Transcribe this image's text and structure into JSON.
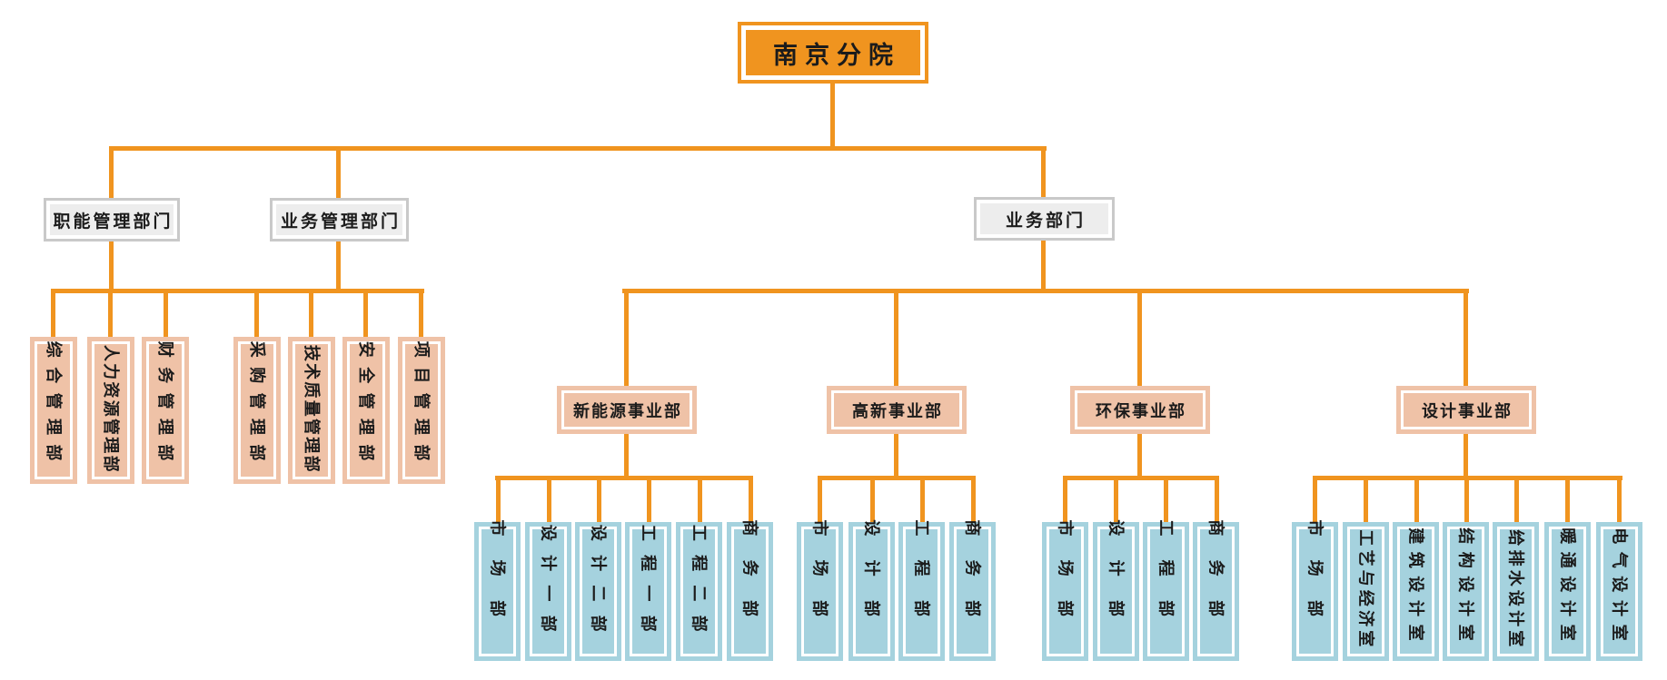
{
  "org_chart": {
    "root": "南京分院",
    "level1": {
      "functional": "职能管理部门",
      "business_mgmt": "业务管理部门",
      "business": "业务部门"
    },
    "functional_departments": [
      "综合管理部",
      "人力资源管理部",
      "财务管理部"
    ],
    "business_mgmt_departments": [
      "采购管理部",
      "技术质量管理部",
      "安全管理部",
      "项目管理部"
    ],
    "divisions": [
      {
        "label": "新能源事业部",
        "children": [
          "市场部",
          "设计一部",
          "设计二部",
          "工程一部",
          "工程二部",
          "商务部"
        ]
      },
      {
        "label": "高新事业部",
        "children": [
          "市场部",
          "设计部",
          "工程部",
          "商务部"
        ]
      },
      {
        "label": "环保事业部",
        "children": [
          "市场部",
          "设计部",
          "工程部",
          "商务部"
        ]
      },
      {
        "label": "设计事业部",
        "children": [
          "市场部",
          "工艺与经济室",
          "建筑设计室",
          "结构设计室",
          "给排水设计室",
          "暖通设计室",
          "电气设计室"
        ]
      }
    ],
    "colors": {
      "orange": "#F0941F",
      "peach": "#EFC2A7",
      "blue": "#A5D2DE",
      "gray_fill": "#EDEDED",
      "gray_border": "#C9C9C9",
      "text": "#1B1B1B"
    }
  }
}
